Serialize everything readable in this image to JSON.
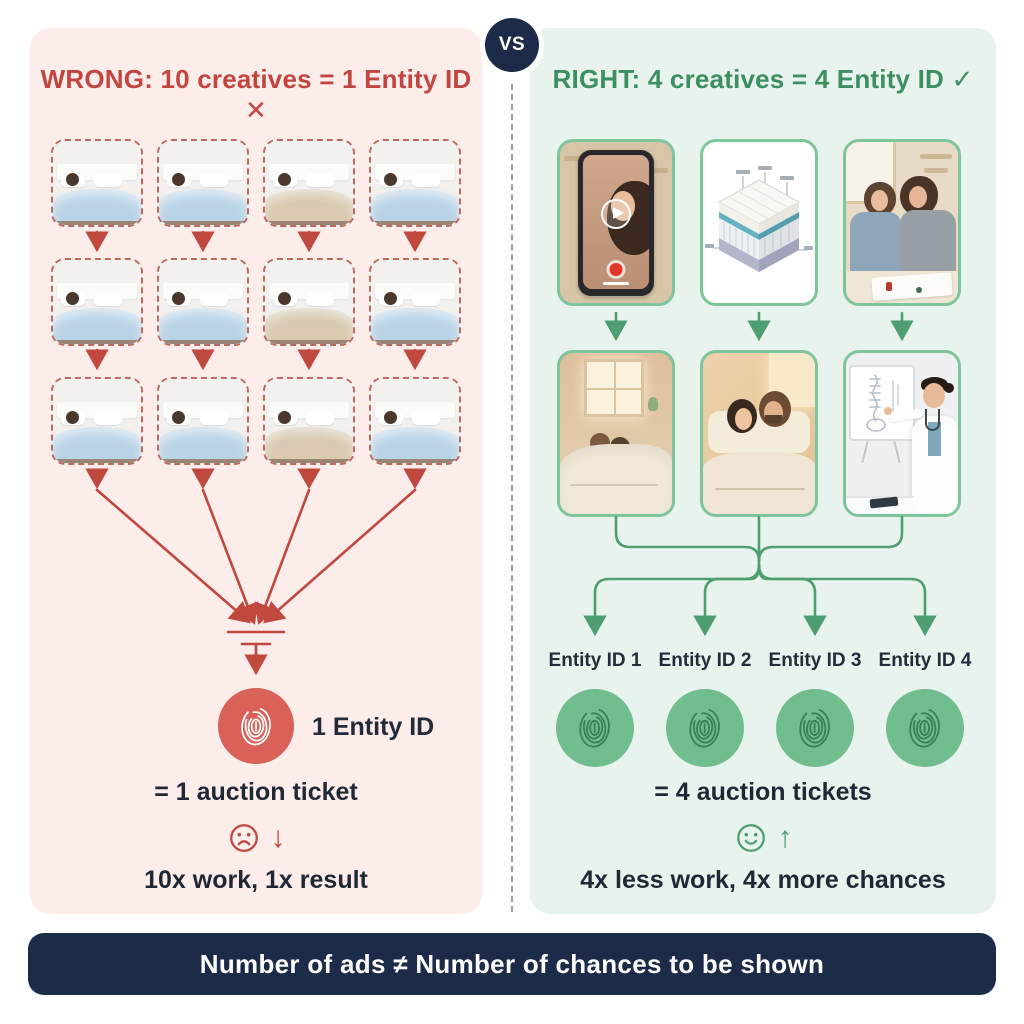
{
  "vs_badge": {
    "label": "VS",
    "bg": "#1c2b47"
  },
  "left_panel": {
    "title": "WRONG: 10 creatives = 1 Entity ID ✕",
    "bg": "#fcecea",
    "accent": "#c0463f",
    "arrow_color": "#c0493f",
    "creative_grid": {
      "rows": 3,
      "cols": 4,
      "item": "near-duplicate sleeping-in-bed creative",
      "variants": [
        [
          "blue",
          "blue",
          "beige",
          "blue"
        ],
        [
          "blue",
          "blue",
          "beige",
          "blue"
        ],
        [
          "blue",
          "blue",
          "beige",
          "blue"
        ]
      ]
    },
    "entity_circle_color": "#d96157",
    "entity_label": "1 Entity ID",
    "ticket_line": "= 1 auction ticket",
    "mood_icon": "sad-face",
    "mood_arrow": "↓",
    "result_line": "10x work, 1x result"
  },
  "right_panel": {
    "title": "RIGHT: 4 creatives = 4 Entity ID ✓",
    "bg": "#e8f3ed",
    "accent": "#3c8f62",
    "arrow_color": "#4f9e71",
    "creatives": [
      "phone selfie video",
      "mattress layers diagram",
      "couple playing board game",
      "women sleeping by window",
      "couple in bed",
      "doctor spine presentation"
    ],
    "entity_labels": [
      "Entity ID 1",
      "Entity ID 2",
      "Entity ID 3",
      "Entity ID 4"
    ],
    "entity_circle_color": "#72bd8e",
    "tickets_line": "= 4 auction tickets",
    "mood_icon": "happy-face",
    "mood_arrow": "↑",
    "result_line": "4x less work, 4x more chances"
  },
  "footer": {
    "text": "Number of ads ≠ Number of chances to be shown",
    "bg": "#1c2b47"
  }
}
